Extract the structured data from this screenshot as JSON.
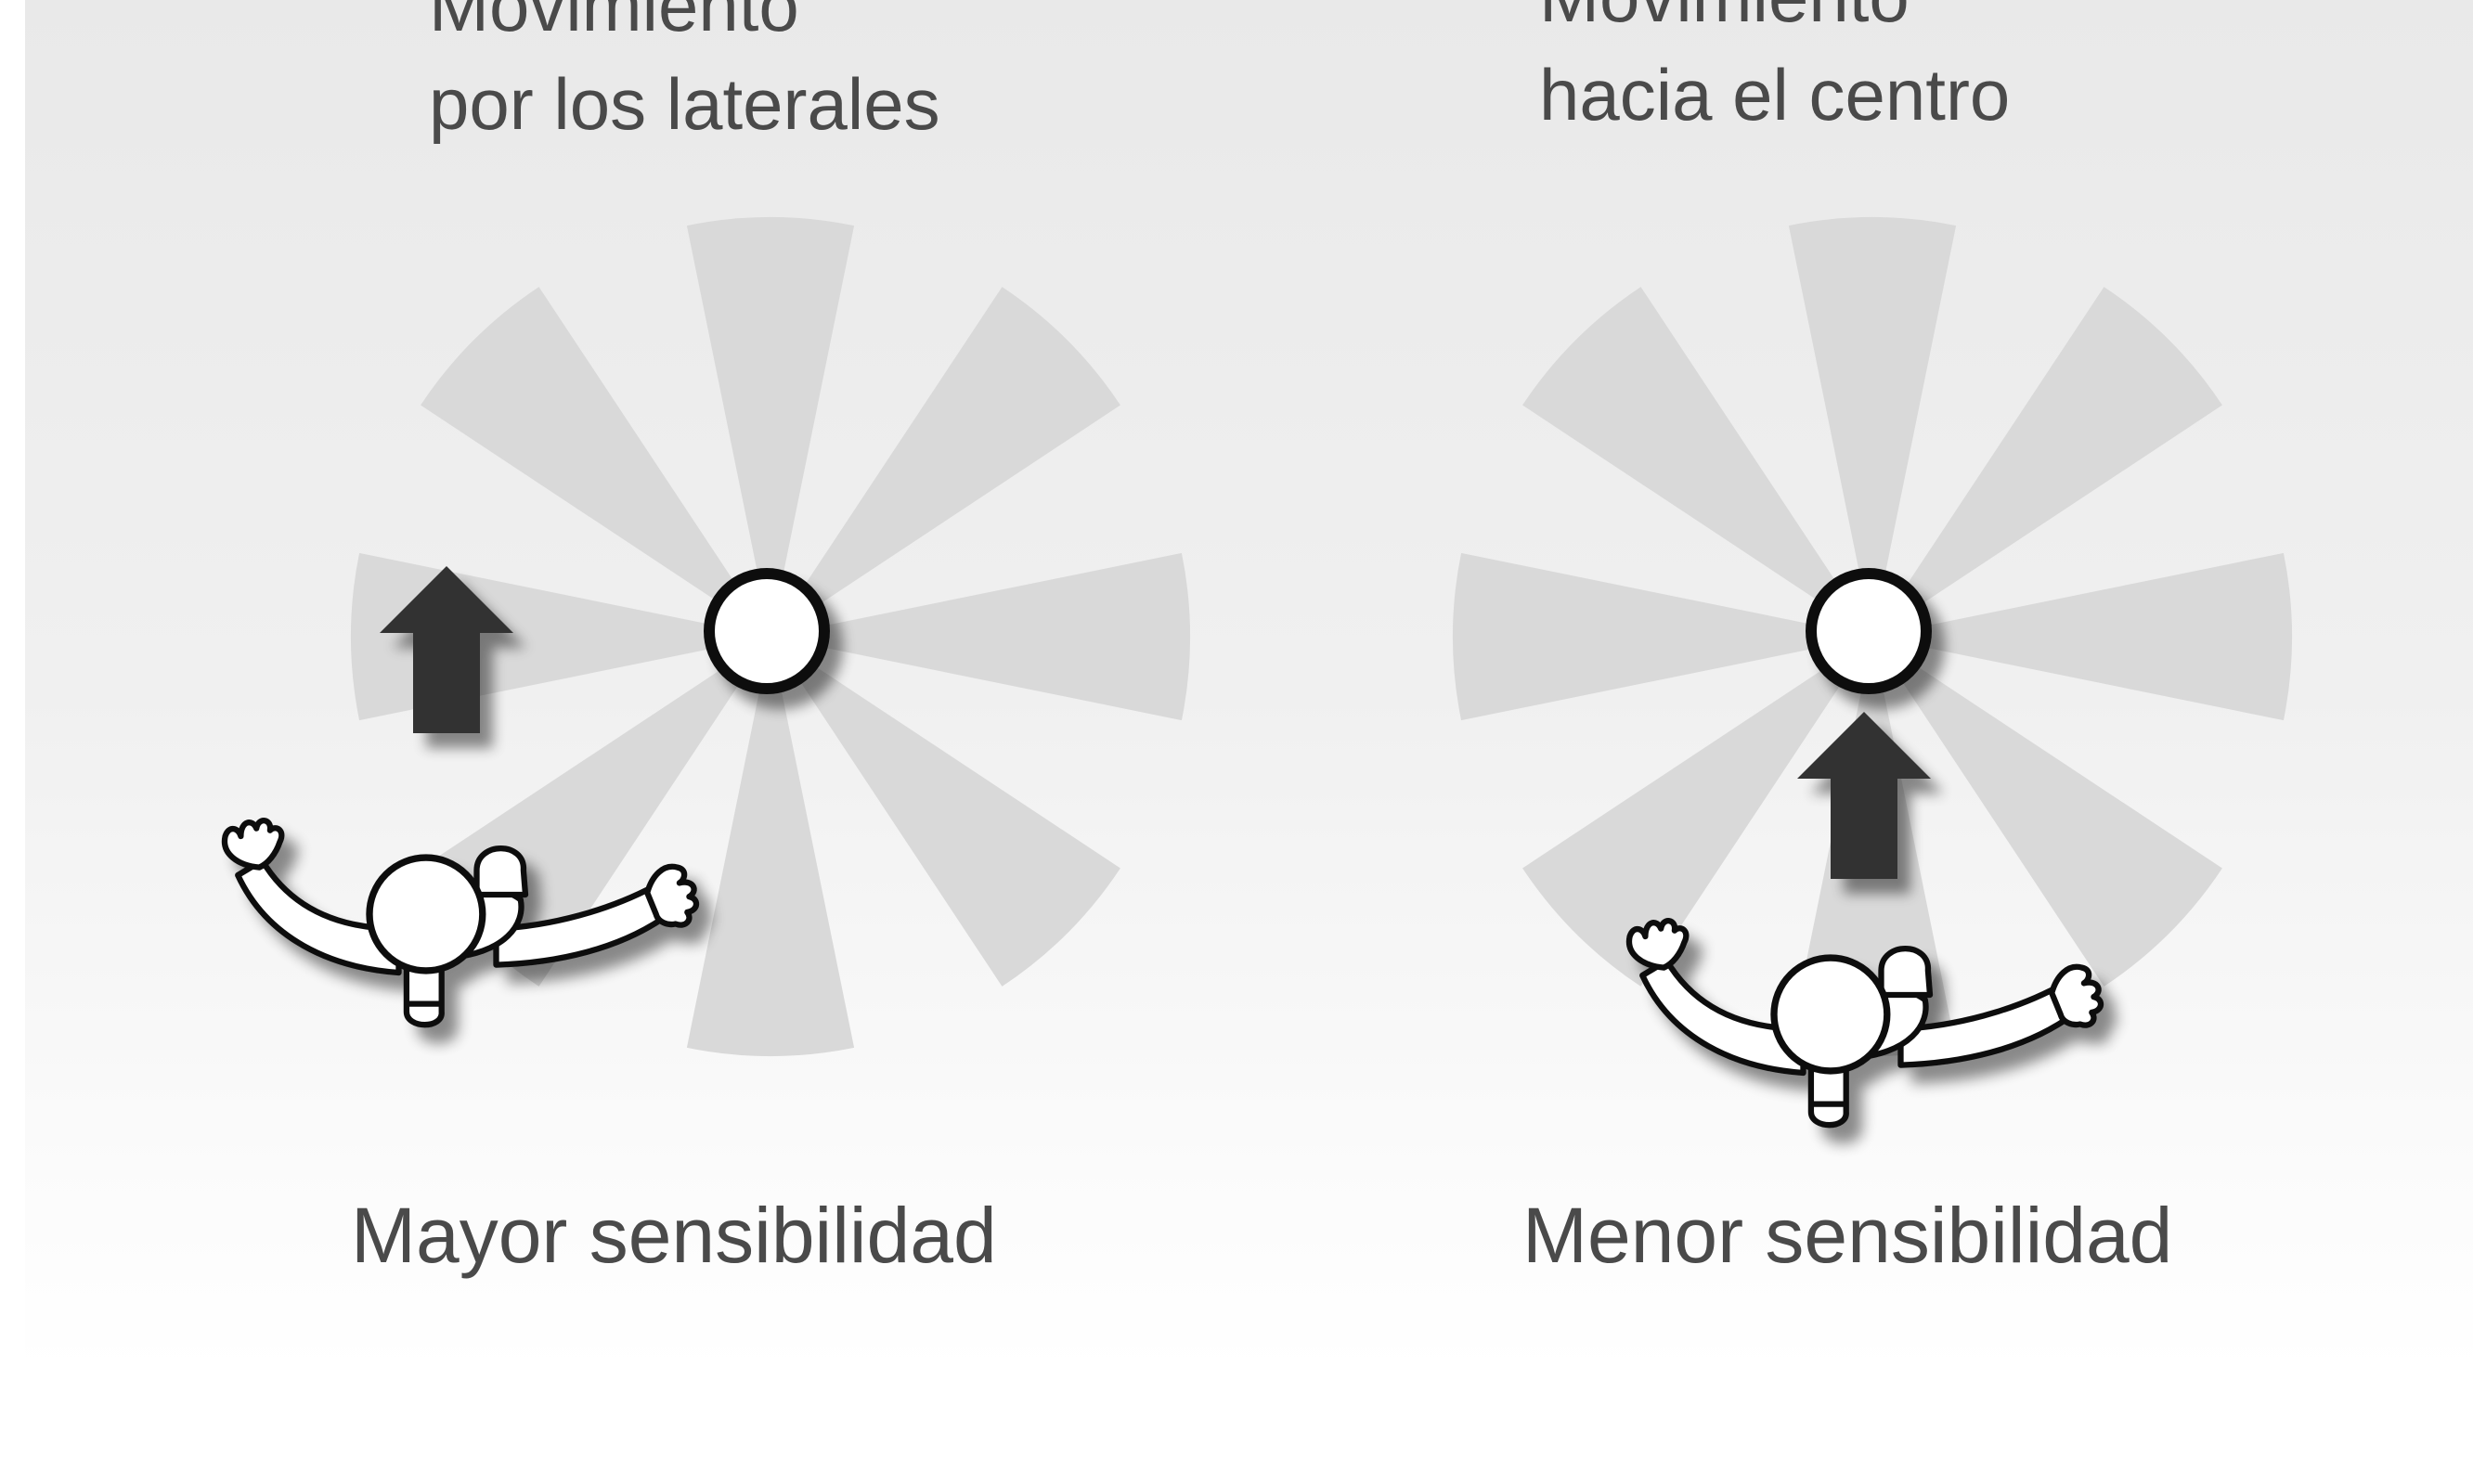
{
  "left_panel": {
    "heading_line1": "Movimiento",
    "heading_line2": "por los laterales",
    "caption": "Mayor sensibilidad"
  },
  "right_panel": {
    "heading_line1": "Movimiento",
    "heading_line2": "hacia el centro",
    "caption": "Menor sensibilidad"
  },
  "colors": {
    "sector_fill": "#d9d9d9",
    "arrow_fill": "#333333",
    "text": "#4a4a4a",
    "outline": "#111111"
  },
  "icons": [
    "up-arrow-icon",
    "person-topdown-icon",
    "target-circle-icon",
    "radial-sector-pattern"
  ]
}
